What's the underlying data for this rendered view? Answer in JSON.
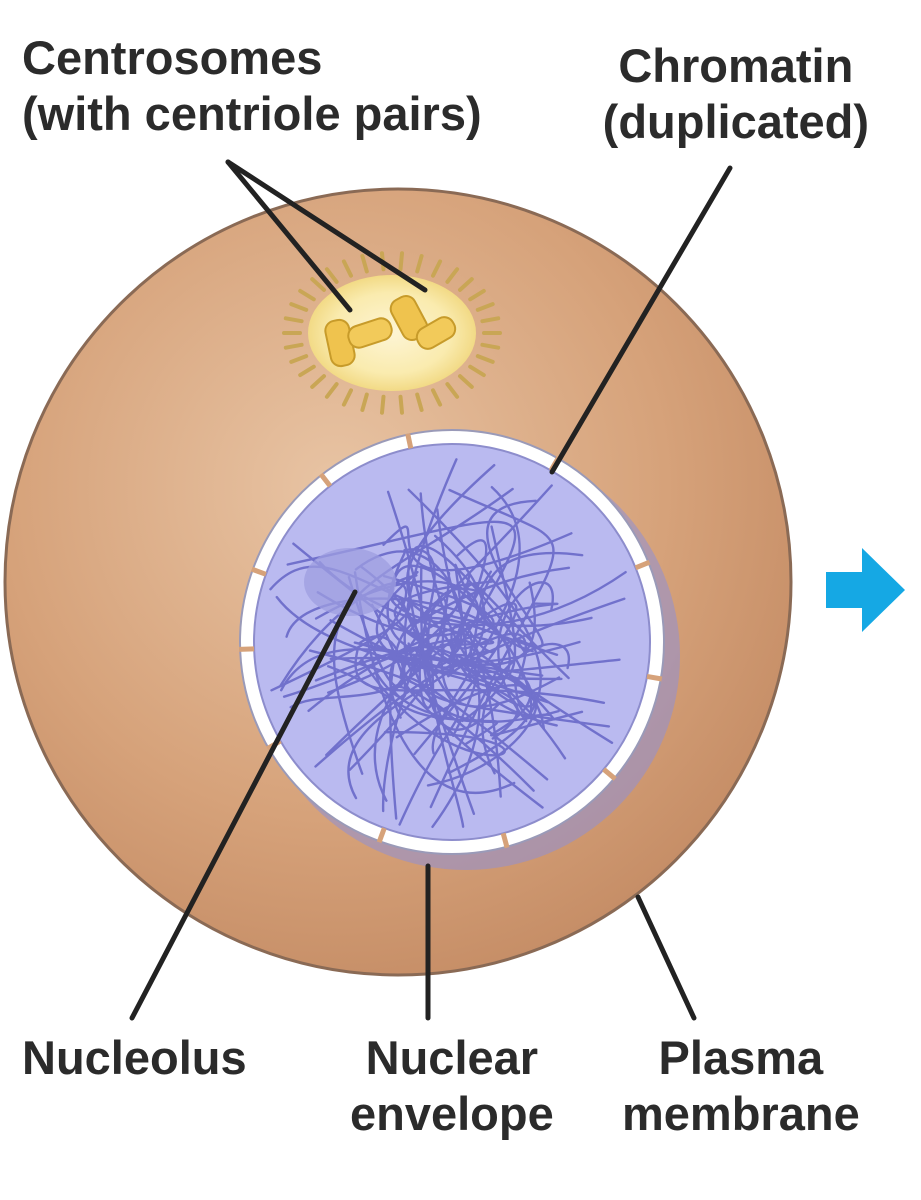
{
  "labels": {
    "centrosomes": {
      "line1": "Centrosomes",
      "line2": "(with centriole pairs)"
    },
    "chromatin": {
      "line1": "Chromatin",
      "line2": "(duplicated)"
    },
    "nucleolus": {
      "line1": "Nucleolus"
    },
    "nuclear_envelope": {
      "line1": "Nuclear",
      "line2": "envelope"
    },
    "plasma_membrane": {
      "line1": "Plasma",
      "line2": "membrane"
    }
  },
  "colors": {
    "cytoplasm": "#d8a57d",
    "cytoplasm_edge": "#8a6a55",
    "nucleus": "#b8b8ee",
    "chromatin": "#6565c8",
    "envelope": "#ffffff",
    "centrosome": "#f6df8a",
    "centriole": "#efc34e",
    "arrow": "#15a8e4",
    "leader": "#222222"
  }
}
